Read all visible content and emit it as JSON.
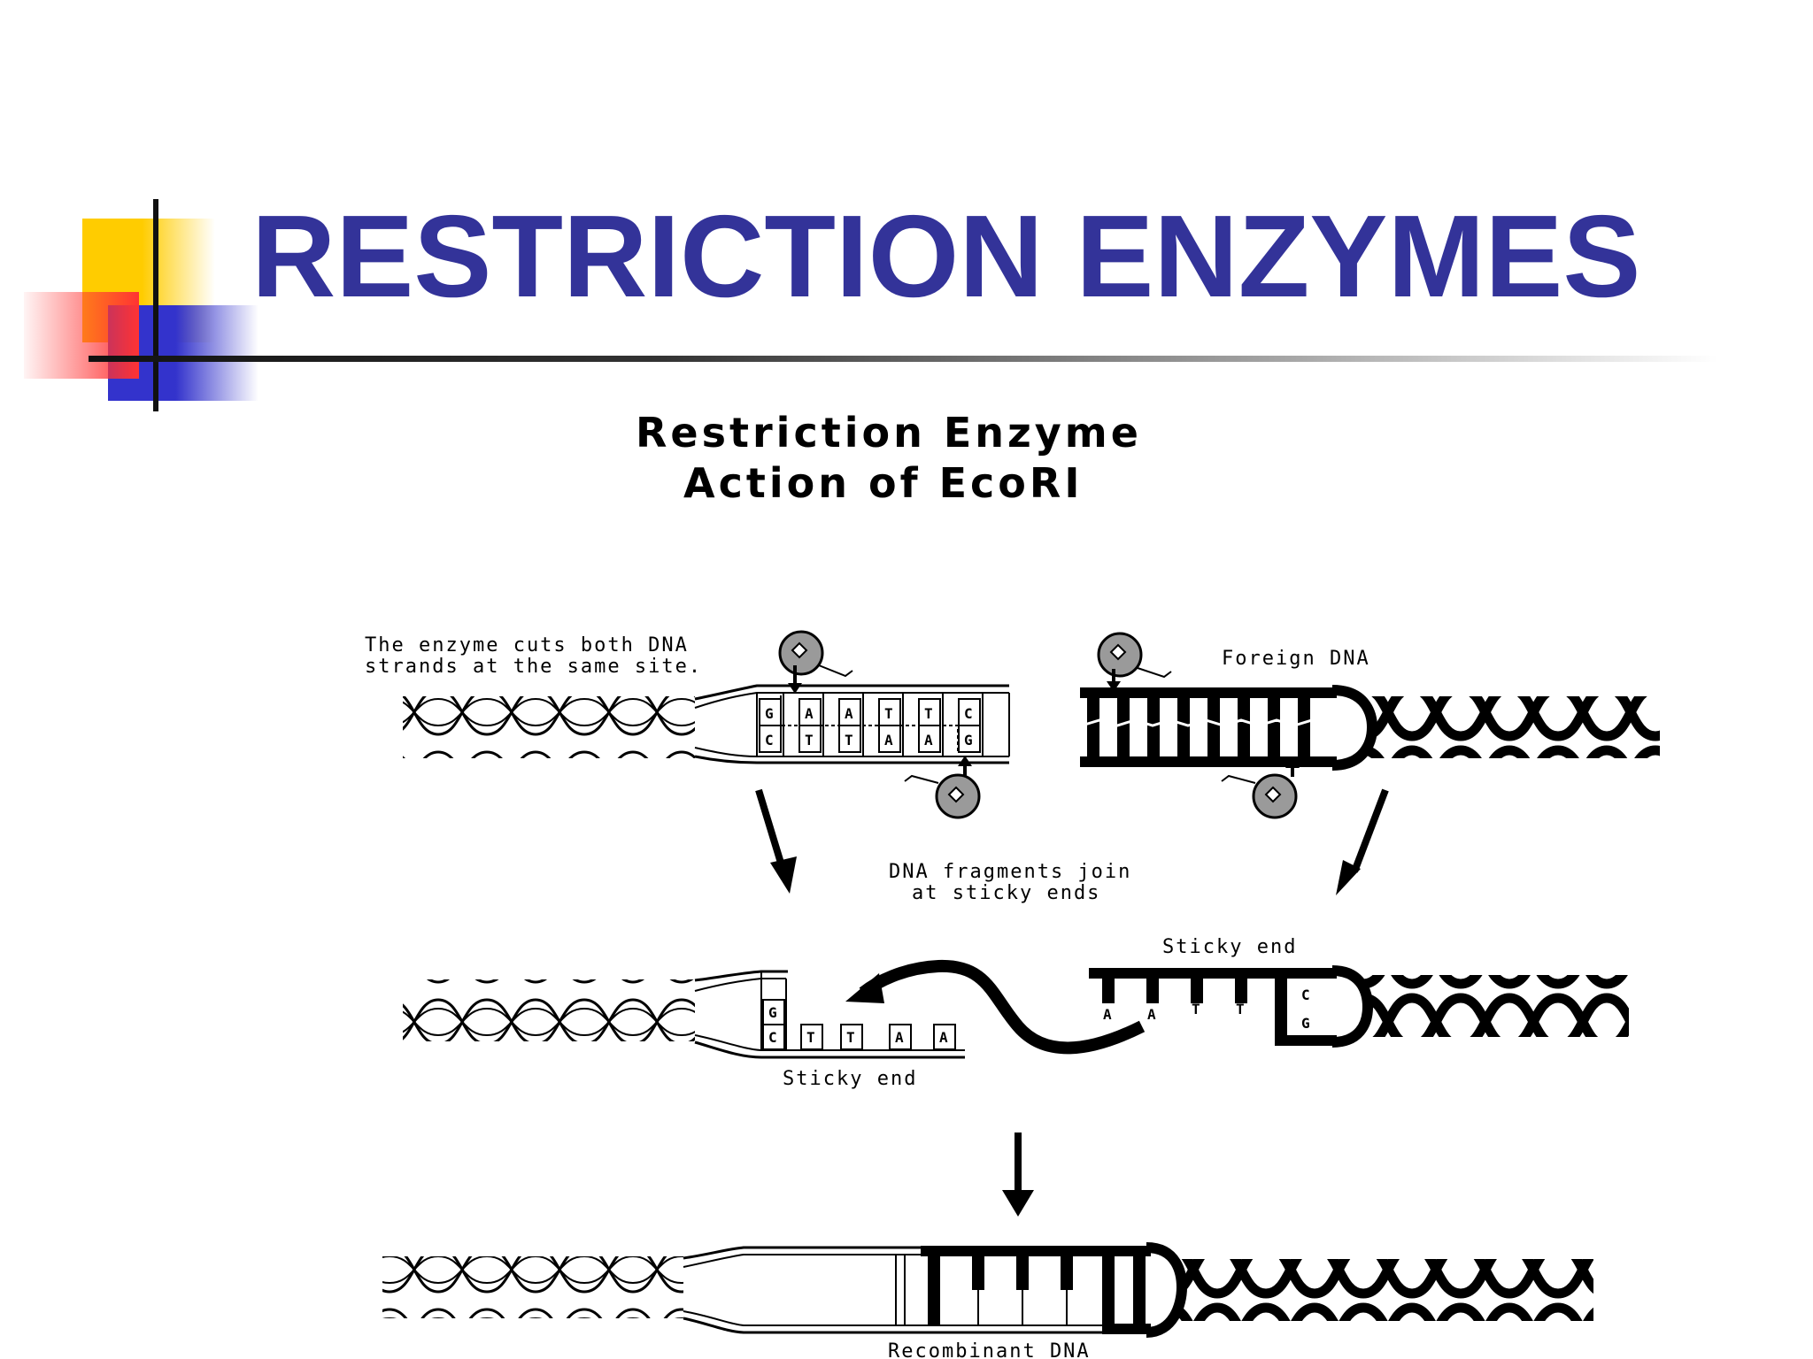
{
  "slide": {
    "title": "RESTRICTION ENZYMES",
    "title_color": "#333399",
    "accent_colors": {
      "yellow": "#FFCC00",
      "red": "#FF3333",
      "blue": "#3333CC"
    }
  },
  "diagram": {
    "heading_line1": "Restriction Enzyme",
    "heading_line2": "Action of EcoRI",
    "enzyme_cut_label_line1": "The enzyme cuts both DNA",
    "enzyme_cut_label_line2": "strands at the same site.",
    "foreign_dna_label": "Foreign DNA",
    "join_label_line1": "DNA fragments join",
    "join_label_line2": "at sticky ends",
    "sticky_end_label_top": "Sticky end",
    "sticky_end_label_bottom": "Sticky end",
    "recombinant_label": "Recombinant DNA",
    "recognition_top_strand": [
      "G",
      "A",
      "A",
      "T",
      "T",
      "C"
    ],
    "recognition_bottom_strand": [
      "C",
      "T",
      "T",
      "A",
      "A",
      "G"
    ],
    "left_sticky_lower_bases": [
      "C",
      "T",
      "T",
      "A",
      "A"
    ],
    "left_sticky_upper_bases": [
      "G"
    ],
    "right_sticky_bases": [
      "A",
      "A",
      "T",
      "T"
    ],
    "right_sticky_end_pair": [
      "C",
      "G"
    ]
  }
}
